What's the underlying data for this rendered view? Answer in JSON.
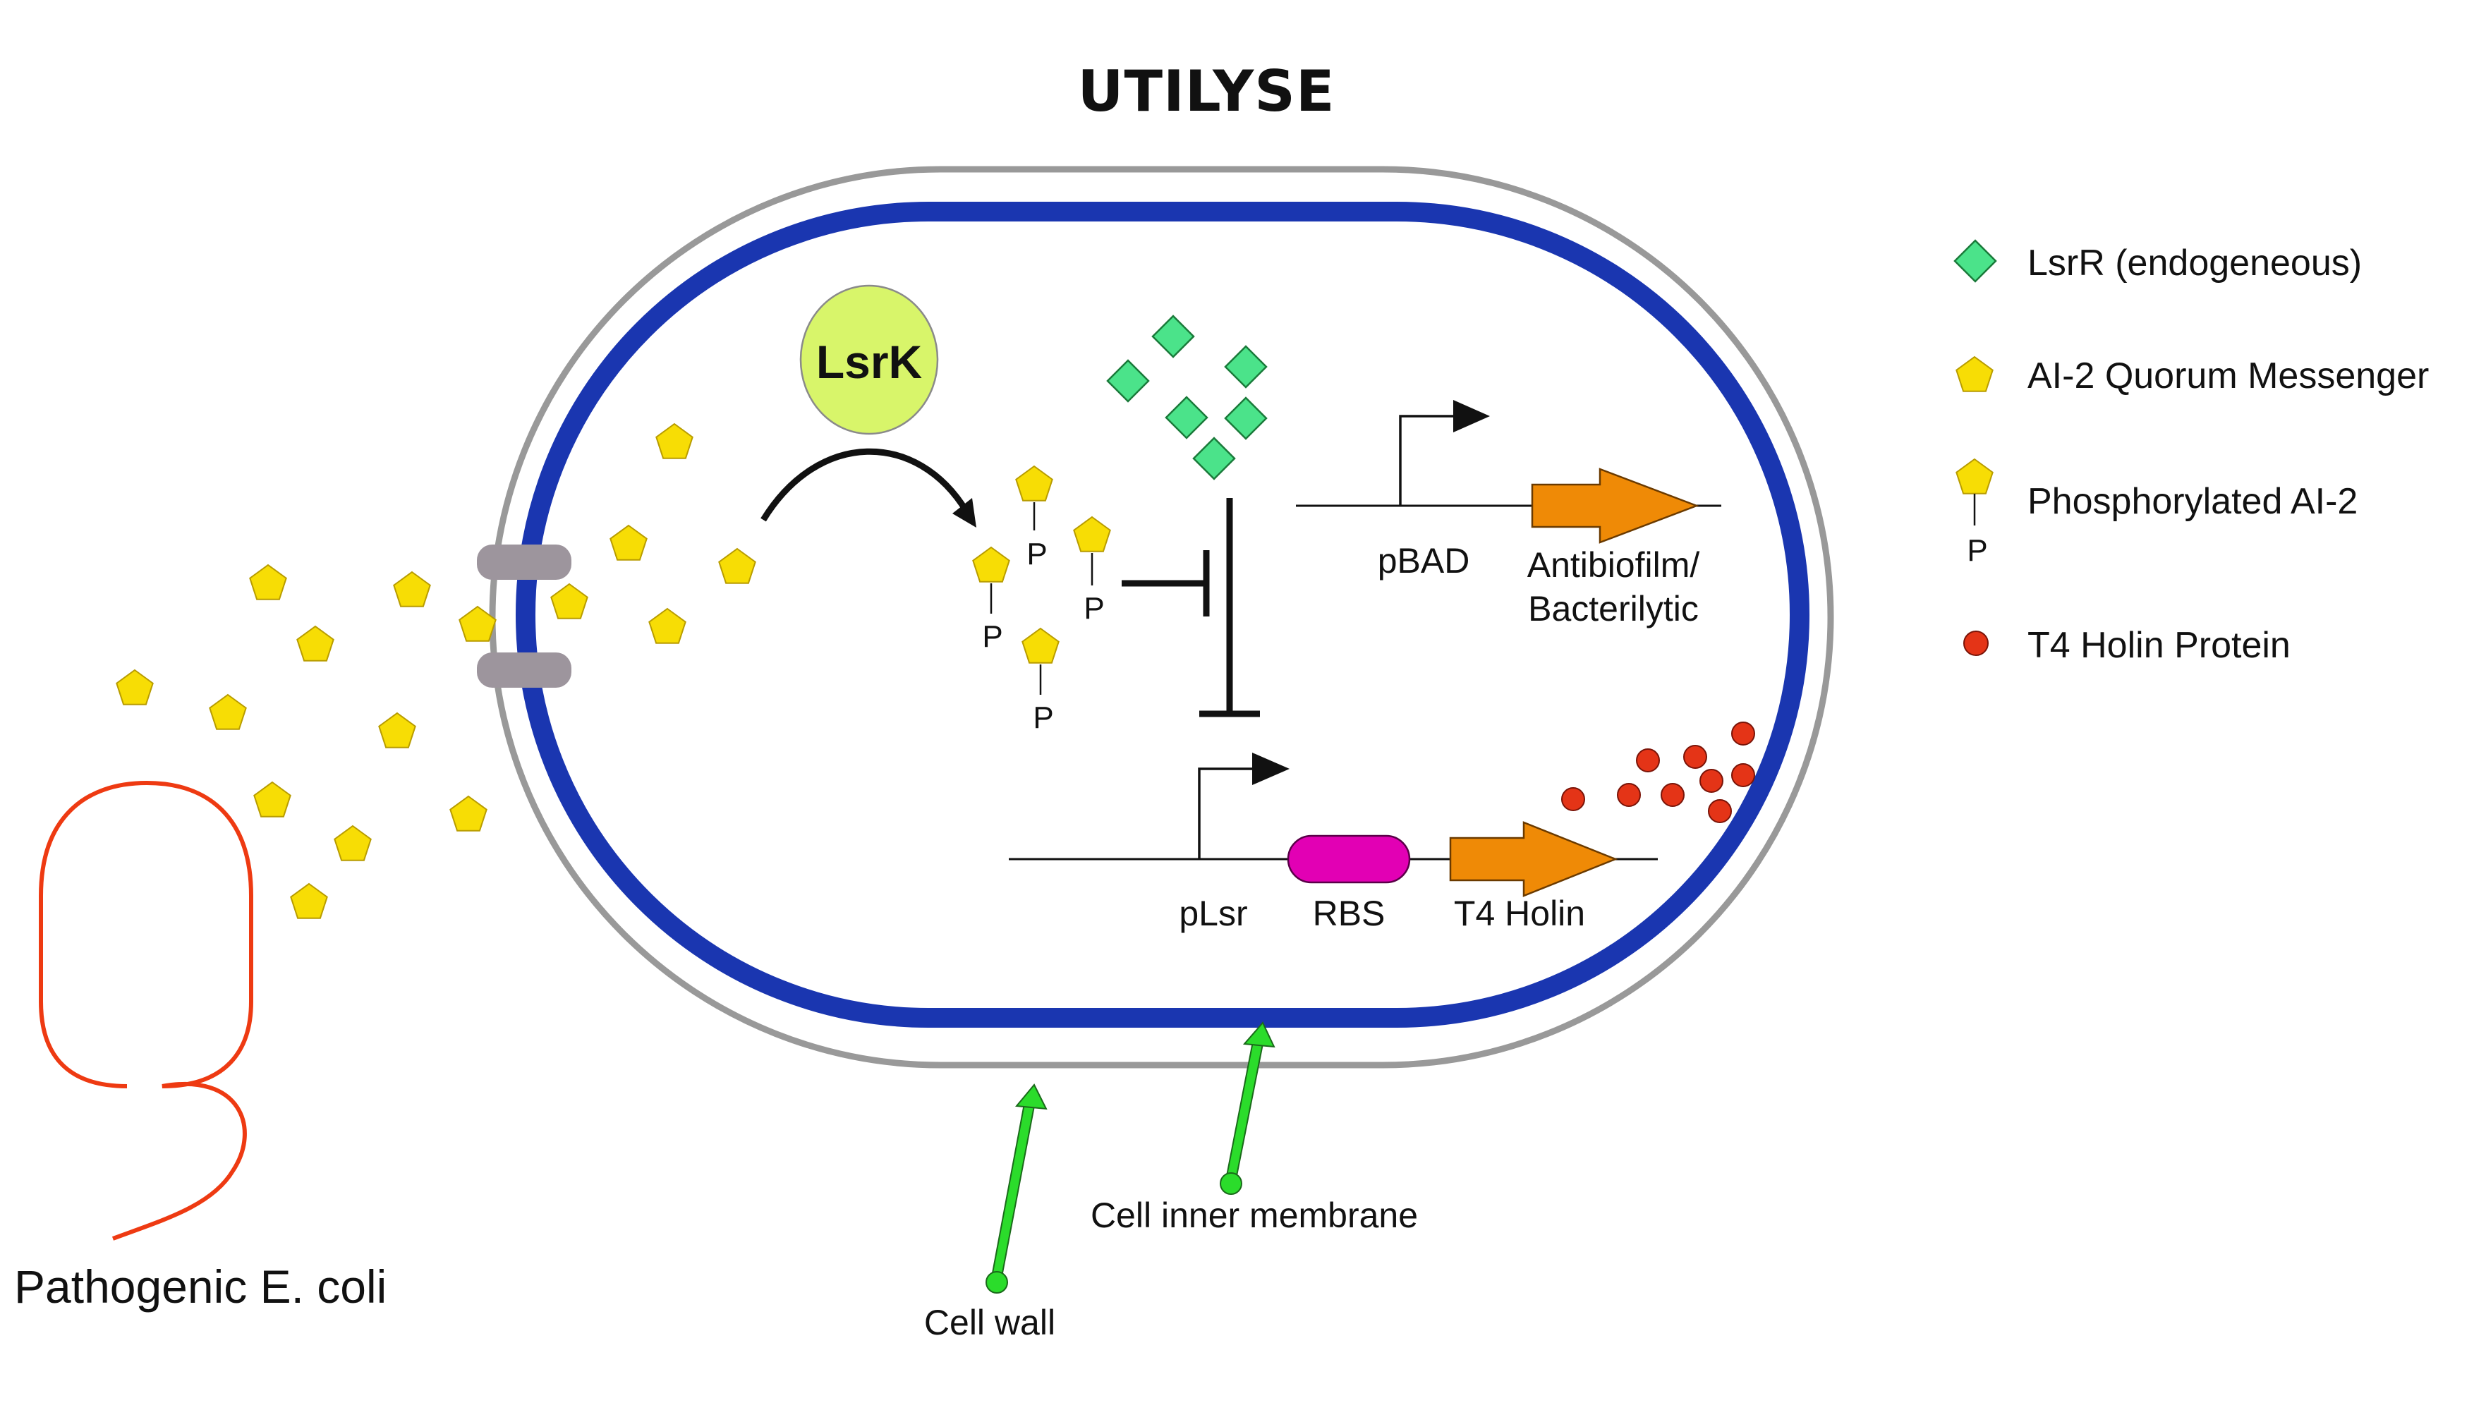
{
  "title": "UTILYSE",
  "legend": [
    {
      "label": "LsrR (endogeneous)",
      "icon": "green-diamond-icon"
    },
    {
      "label": "AI-2 Quorum Messenger",
      "icon": "yellow-pentagon-icon"
    },
    {
      "label": "Phosphorylated AI-2",
      "icon": "phosphorylated-pentagon-icon",
      "sub": "P"
    },
    {
      "label": "T4 Holin Protein",
      "icon": "red-dot-icon"
    }
  ],
  "enzyme": "LsrK",
  "phosphate": "P",
  "circuit_top": {
    "promoter": "pBAD",
    "gene": "Antibiofilm/",
    "gene2": "Bacterilytic"
  },
  "circuit_bottom": {
    "promoter": "pLsr",
    "rbs": "RBS",
    "gene": "T4 Holin"
  },
  "pointers": {
    "cell_wall": "Cell wall",
    "inner_membrane": "Cell inner membrane"
  },
  "pathogen": "Pathogenic E. coli",
  "colors": {
    "membrane": "#1a36b0",
    "cell_wall": "#999999",
    "lsrr": "#4be38a",
    "ai2": "#f7dd05",
    "lsrk": "#d8f56a",
    "holin": "#e43417",
    "rbs": "#e200b4",
    "gene_arrow": "#ef8a06",
    "pointer": "#2bdc2b",
    "pathogen": "#ee3a12",
    "porin": "#9d959d"
  }
}
